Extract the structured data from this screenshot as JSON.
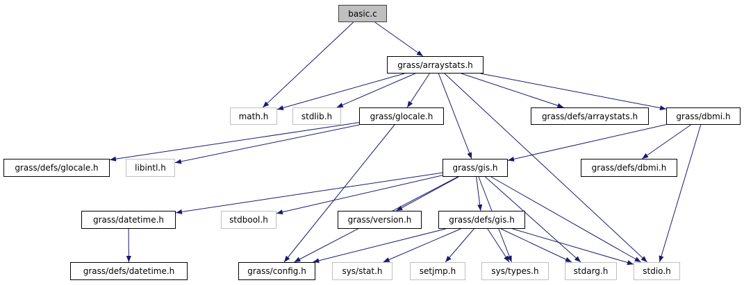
{
  "colors": {
    "edge": "#191970",
    "root_fill": "#bfbfbf",
    "external_border": "#bfbfbf",
    "documented_border": "#000000"
  },
  "nodes": [
    {
      "id": "basic",
      "label": "basic.c",
      "kind": "root"
    },
    {
      "id": "arraystats",
      "label": "grass/arraystats.h",
      "kind": "documented"
    },
    {
      "id": "math",
      "label": "math.h",
      "kind": "external"
    },
    {
      "id": "stdlib",
      "label": "stdlib.h",
      "kind": "external"
    },
    {
      "id": "glocale",
      "label": "grass/glocale.h",
      "kind": "documented"
    },
    {
      "id": "defs_arraystats",
      "label": "grass/defs/arraystats.h",
      "kind": "documented"
    },
    {
      "id": "dbmi",
      "label": "grass/dbmi.h",
      "kind": "documented"
    },
    {
      "id": "defs_glocale",
      "label": "grass/defs/glocale.h",
      "kind": "documented"
    },
    {
      "id": "libintl",
      "label": "libintl.h",
      "kind": "external"
    },
    {
      "id": "gis",
      "label": "grass/gis.h",
      "kind": "documented"
    },
    {
      "id": "defs_dbmi",
      "label": "grass/defs/dbmi.h",
      "kind": "documented"
    },
    {
      "id": "datetime",
      "label": "grass/datetime.h",
      "kind": "documented"
    },
    {
      "id": "stdbool",
      "label": "stdbool.h",
      "kind": "external"
    },
    {
      "id": "version",
      "label": "grass/version.h",
      "kind": "documented"
    },
    {
      "id": "defs_gis",
      "label": "grass/defs/gis.h",
      "kind": "documented"
    },
    {
      "id": "defs_datetime",
      "label": "grass/defs/datetime.h",
      "kind": "documented"
    },
    {
      "id": "config",
      "label": "grass/config.h",
      "kind": "documented"
    },
    {
      "id": "sys_stat",
      "label": "sys/stat.h",
      "kind": "external"
    },
    {
      "id": "setjmp",
      "label": "setjmp.h",
      "kind": "external"
    },
    {
      "id": "sys_types",
      "label": "sys/types.h",
      "kind": "external"
    },
    {
      "id": "stdarg",
      "label": "stdarg.h",
      "kind": "external"
    },
    {
      "id": "stdio",
      "label": "stdio.h",
      "kind": "external"
    }
  ],
  "edges": [
    [
      "basic",
      "math"
    ],
    [
      "basic",
      "arraystats"
    ],
    [
      "arraystats",
      "math"
    ],
    [
      "arraystats",
      "stdlib"
    ],
    [
      "arraystats",
      "glocale"
    ],
    [
      "arraystats",
      "gis"
    ],
    [
      "arraystats",
      "stdio"
    ],
    [
      "arraystats",
      "defs_arraystats"
    ],
    [
      "arraystats",
      "dbmi"
    ],
    [
      "glocale",
      "defs_glocale"
    ],
    [
      "glocale",
      "libintl"
    ],
    [
      "glocale",
      "config"
    ],
    [
      "dbmi",
      "gis"
    ],
    [
      "dbmi",
      "defs_dbmi"
    ],
    [
      "dbmi",
      "stdio"
    ],
    [
      "gis",
      "datetime"
    ],
    [
      "gis",
      "stdbool"
    ],
    [
      "gis",
      "config"
    ],
    [
      "gis",
      "version"
    ],
    [
      "gis",
      "defs_gis"
    ],
    [
      "gis",
      "sys_types"
    ],
    [
      "gis",
      "stdarg"
    ],
    [
      "gis",
      "stdio"
    ],
    [
      "datetime",
      "defs_datetime"
    ],
    [
      "defs_gis",
      "config"
    ],
    [
      "defs_gis",
      "sys_stat"
    ],
    [
      "defs_gis",
      "setjmp"
    ],
    [
      "defs_gis",
      "sys_types"
    ],
    [
      "defs_gis",
      "stdarg"
    ],
    [
      "defs_gis",
      "stdio"
    ]
  ]
}
